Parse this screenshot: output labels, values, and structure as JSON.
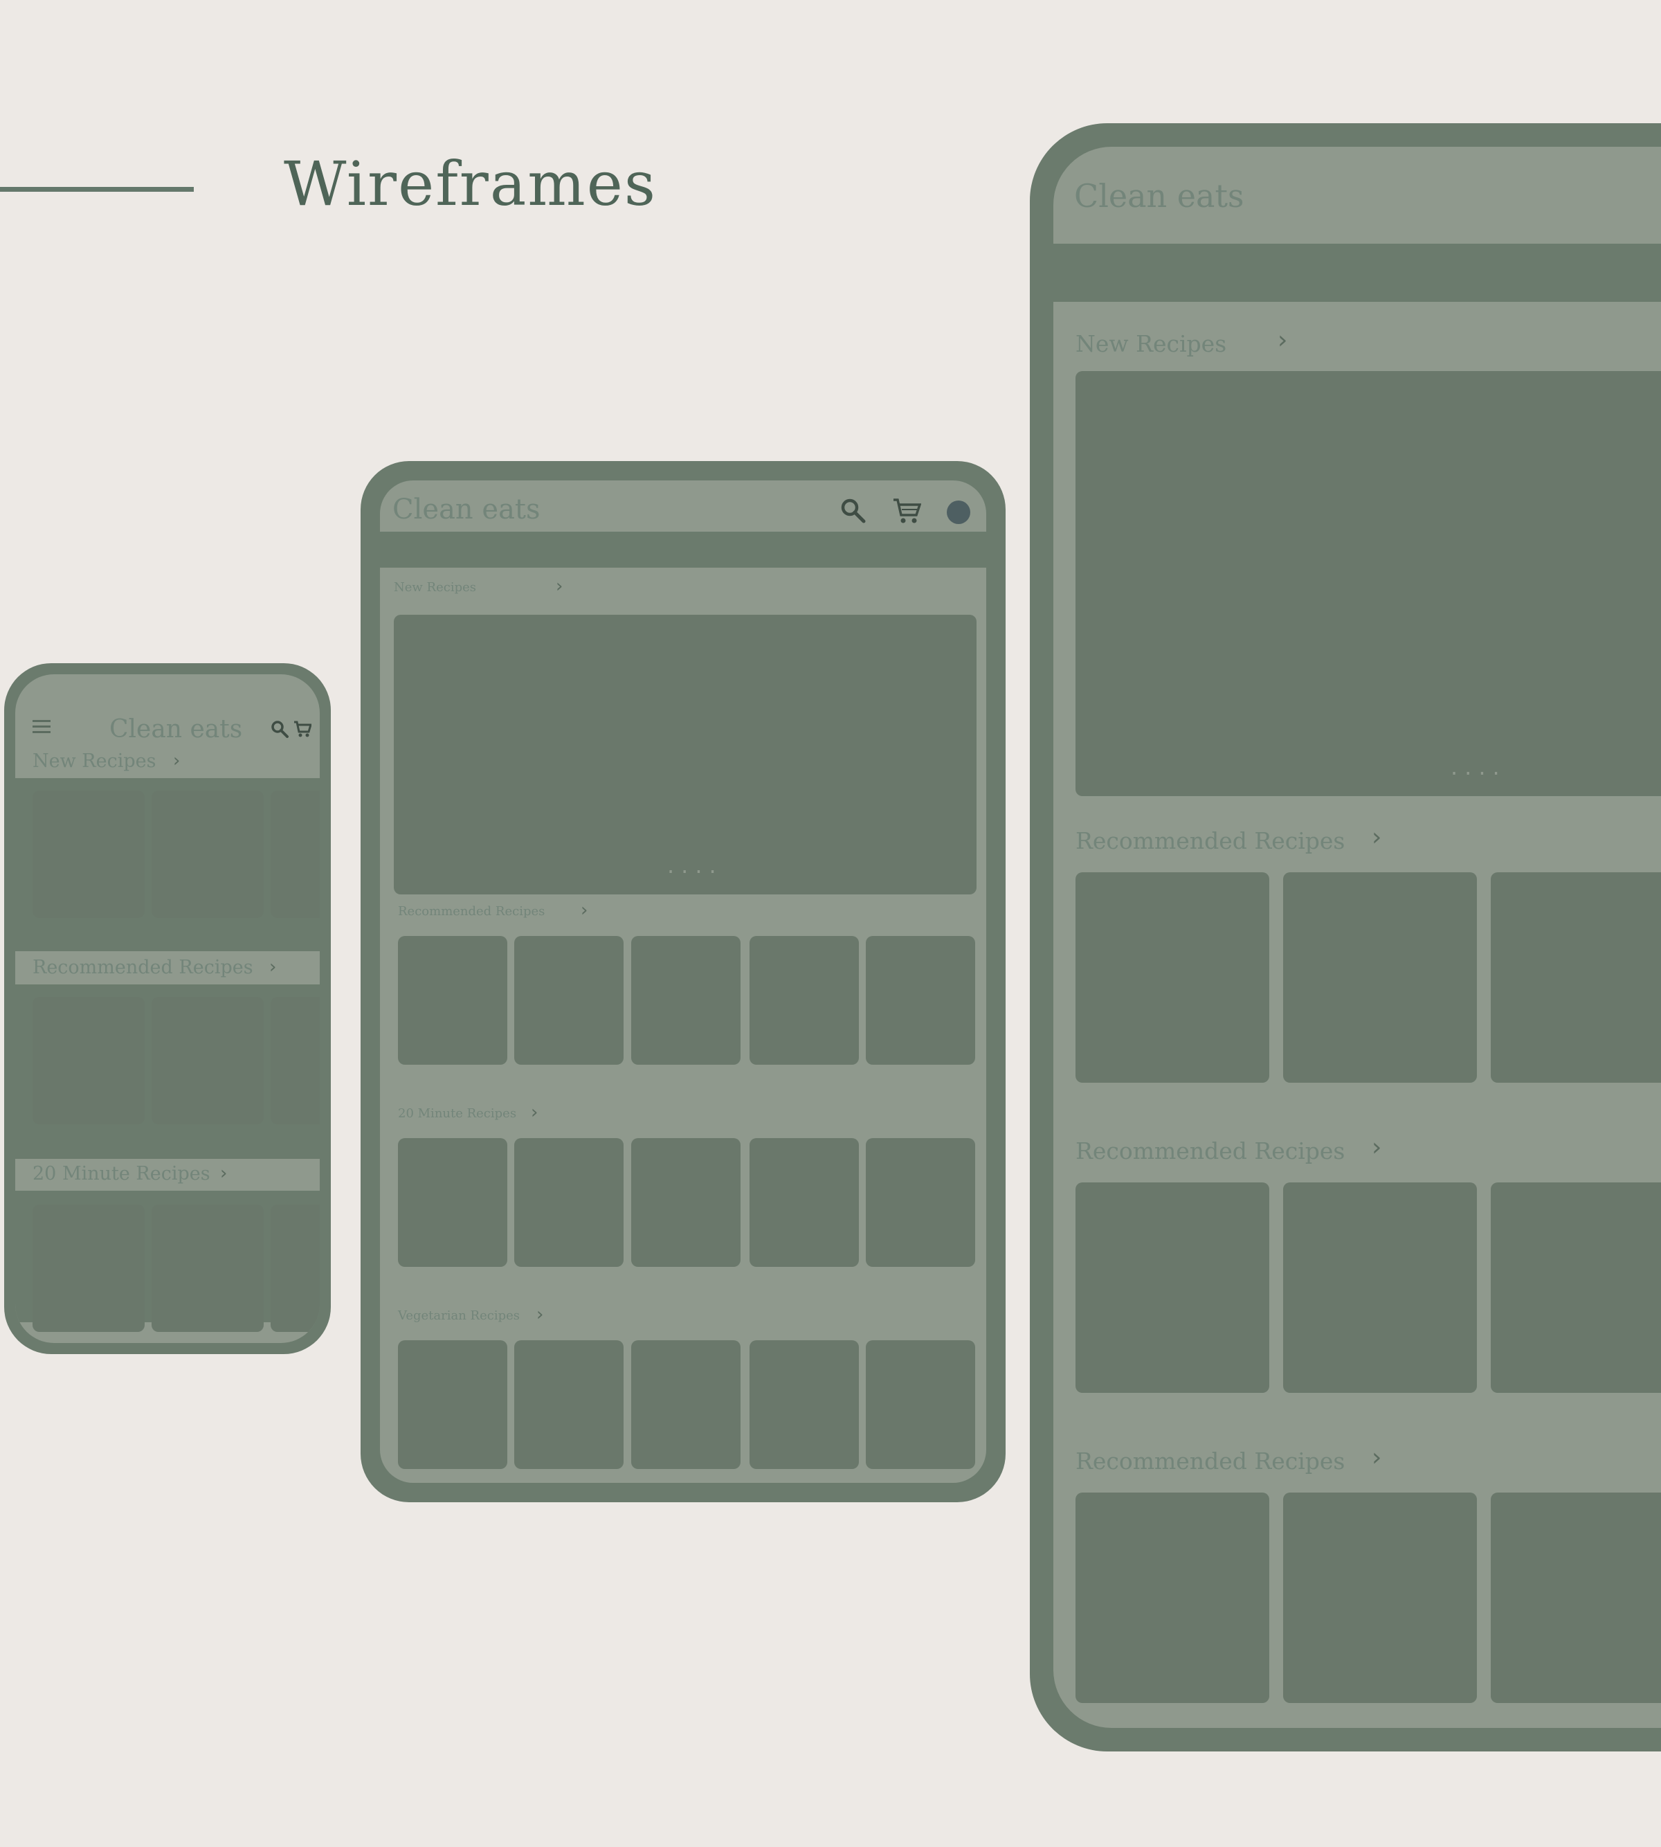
{
  "heading": "Wireframes",
  "app_title": "Clean eats",
  "colors": {
    "background": "#ede9e5",
    "frame": "#6b7b6d",
    "screen": "#8f998d",
    "tile": "#6a786b",
    "heading": "#4f6558",
    "avatar": "#4e5f62"
  },
  "icons": [
    "menu-icon",
    "search-icon",
    "cart-icon",
    "avatar-icon",
    "chevron-right-icon"
  ],
  "carousel_dots": "....",
  "phone": {
    "sections": [
      "New Recipes",
      "Recommended Recipes",
      "20 Minute Recipes"
    ]
  },
  "tablet": {
    "hero_section": "New Recipes",
    "sections": [
      "Recommended Recipes",
      "20 Minute Recipes",
      "Vegetarian Recipes"
    ]
  },
  "desktop": {
    "hero_section": "New Recipes",
    "sections": [
      "Recommended Recipes",
      "Recommended Recipes",
      "Recommended Recipes"
    ]
  }
}
